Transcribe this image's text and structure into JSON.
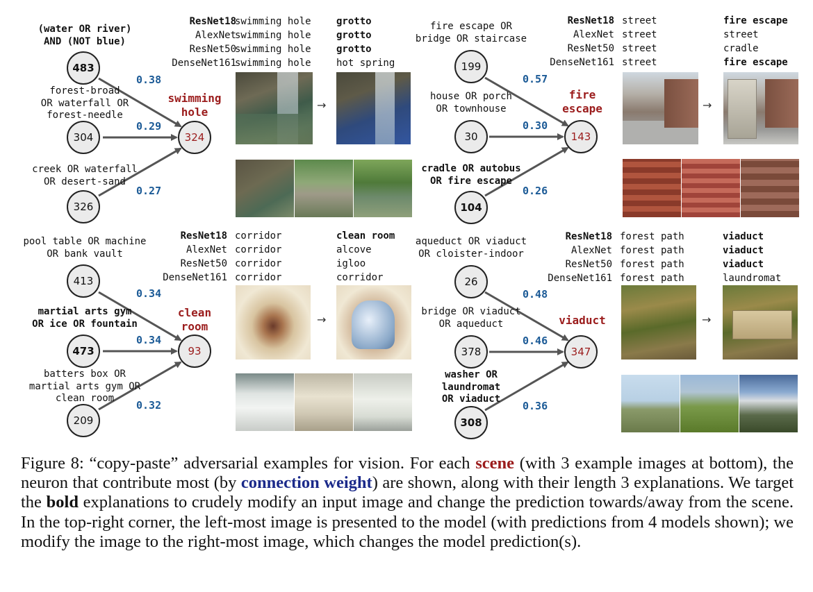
{
  "panels": [
    {
      "id": "swimming",
      "neurons": [
        {
          "text": [
            "(water OR river)",
            "AND (NOT blue)"
          ],
          "bold": true,
          "id": "483",
          "weight": "0.38"
        },
        {
          "text": [
            "forest-broad",
            "OR waterfall OR",
            "forest-needle"
          ],
          "bold": false,
          "id": "304",
          "weight": "0.29"
        },
        {
          "text": [
            "creek OR waterfall",
            "OR desert-sand"
          ],
          "bold": false,
          "id": "326",
          "weight": "0.27"
        }
      ],
      "scene": {
        "label": [
          "swimming",
          "hole"
        ],
        "id": "324"
      },
      "models": [
        "ResNet18",
        "AlexNet",
        "ResNet50",
        "DenseNet161"
      ],
      "before": [
        "swimming hole",
        "swimming hole",
        "swimming hole",
        "swimming hole"
      ],
      "after": [
        "grotto",
        "grotto",
        "grotto",
        "hot spring"
      ],
      "after_bold": [
        true,
        true,
        true,
        false
      ]
    },
    {
      "id": "fire",
      "neurons": [
        {
          "text": [
            "fire escape OR",
            "bridge OR staircase"
          ],
          "bold": false,
          "id": "199",
          "weight": "0.57"
        },
        {
          "text": [
            "house OR porch",
            "OR townhouse"
          ],
          "bold": false,
          "id": "30",
          "weight": "0.30"
        },
        {
          "text": [
            "cradle OR autobus",
            "OR fire escape"
          ],
          "bold": true,
          "id": "104",
          "weight": "0.26"
        }
      ],
      "scene": {
        "label": [
          "fire",
          "escape"
        ],
        "id": "143"
      },
      "models": [
        "ResNet18",
        "AlexNet",
        "ResNet50",
        "DenseNet161"
      ],
      "before": [
        "street",
        "street",
        "street",
        "street"
      ],
      "after": [
        "fire escape",
        "street",
        "cradle",
        "fire escape"
      ],
      "after_bold": [
        true,
        false,
        false,
        true
      ]
    },
    {
      "id": "clean",
      "neurons": [
        {
          "text": [
            "pool table OR machine",
            "OR bank vault"
          ],
          "bold": false,
          "id": "413",
          "weight": "0.34"
        },
        {
          "text": [
            "martial arts gym",
            "OR ice OR fountain"
          ],
          "bold": true,
          "id": "473",
          "weight": "0.34"
        },
        {
          "text": [
            "batters box OR",
            "martial arts gym OR",
            "clean room"
          ],
          "bold": false,
          "id": "209",
          "weight": "0.32"
        }
      ],
      "scene": {
        "label": [
          "clean",
          "room"
        ],
        "id": "93"
      },
      "models": [
        "ResNet18",
        "AlexNet",
        "ResNet50",
        "DenseNet161"
      ],
      "before": [
        "corridor",
        "corridor",
        "corridor",
        "corridor"
      ],
      "after": [
        "clean room",
        "alcove",
        "igloo",
        "corridor"
      ],
      "after_bold": [
        true,
        false,
        false,
        false
      ]
    },
    {
      "id": "viaduct",
      "neurons": [
        {
          "text": [
            "aqueduct OR viaduct",
            "OR cloister-indoor"
          ],
          "bold": false,
          "id": "26",
          "weight": "0.48"
        },
        {
          "text": [
            "bridge OR viaduct",
            "OR aqueduct"
          ],
          "bold": false,
          "id": "378",
          "weight": "0.46"
        },
        {
          "text": [
            "washer OR",
            "laundromat",
            "OR viaduct"
          ],
          "bold": true,
          "id": "308",
          "weight": "0.36"
        }
      ],
      "scene": {
        "label": [
          "viaduct"
        ],
        "id": "347"
      },
      "models": [
        "ResNet18",
        "AlexNet",
        "ResNet50",
        "DenseNet161"
      ],
      "before": [
        "forest path",
        "forest path",
        "forest path",
        "forest path"
      ],
      "after": [
        "viaduct",
        "viaduct",
        "viaduct",
        "laundromat"
      ],
      "after_bold": [
        true,
        true,
        true,
        false
      ]
    }
  ],
  "caption": {
    "p1": "Figure 8: “copy-paste” adversarial examples for vision. For each ",
    "scene": "scene",
    "p2": " (with 3 example images at bottom), the neuron that contribute most (by ",
    "weight": "connection weight",
    "p3": ") are shown, along with their length 3 explanations. We target the ",
    "bold": "bold",
    "p4": " explanations to crudely modify an input image and change the prediction towards/away from the scene. In the top-right corner, the left-most image is presented to the model (with predictions from 4 models shown); we modify the image to the right-most image, which changes the model prediction(s)."
  },
  "colors": {
    "scene": "#9b1c1c",
    "weight": "#1b5a96",
    "caption_weight": "#1b2a8a",
    "node_fill": "#ebebeb"
  }
}
